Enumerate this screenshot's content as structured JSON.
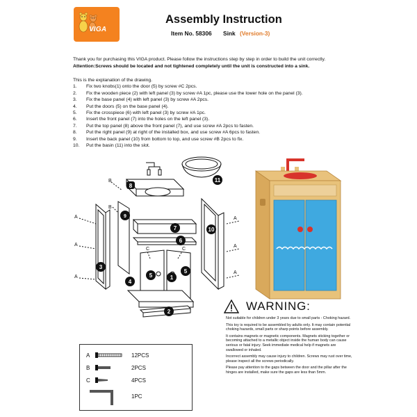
{
  "header": {
    "logo": "VIGA",
    "title": "Assembly Instruction",
    "item_label": "Item No. 58306",
    "product": "Sink",
    "version": "(Version-3)"
  },
  "intro": {
    "thanks": "Thank you for purchasing this VIGA product. Please follow the instructions step by step in order to build the unit correctly.",
    "attention": "Attention:Screws should be located and not tightened completely until the unit is constructed into a sink."
  },
  "steps": {
    "heading": "This is the explanation of the drawing.",
    "items": [
      {
        "num": "1.",
        "text": "Fix two knobs(1) onto the door (5) by screw #C 2pcs."
      },
      {
        "num": "2.",
        "text": "Fix the wooden piece (2) with left panel (3) by screw #A 1pc, please use the lower hole on the panel (3)."
      },
      {
        "num": "3.",
        "text": "Fix the base panel (4) with left panel (3) by screw #A 2pcs."
      },
      {
        "num": "4.",
        "text": "Put the doors (5) on the base panel (4)."
      },
      {
        "num": "5.",
        "text": "Fix the crosspiece (6) with left panel (3) by screw #A 1pc."
      },
      {
        "num": "6.",
        "text": "Insert the front panel (7) into the holes on the left panel (3)."
      },
      {
        "num": "7.",
        "text": "Put the top panel (8) above the front panel (7), and use screw #A 2pcs to fasten."
      },
      {
        "num": "8.",
        "text": "Put the right panel (9) at right of the installed box, and use screw #A 6pcs to fasten."
      },
      {
        "num": "9.",
        "text": "Insert the back panel (10) from bottom to top, and use screw #B 2pcs to fix."
      },
      {
        "num": "10.",
        "text": "Put the basin (11) into the slot."
      }
    ]
  },
  "diagram": {
    "callouts": [
      "1",
      "2",
      "3",
      "4",
      "5",
      "5",
      "6",
      "7",
      "8",
      "9",
      "10",
      "11"
    ],
    "screw_labels": {
      "a": "A",
      "b": "B",
      "c": "C"
    }
  },
  "warning": {
    "title": "WARNING:",
    "paragraphs": [
      "Not suitable for children under 3 years due to small parts - Choking hazard.",
      "This toy is required to be assembled by adults only. It may contain potential choking hazards, small parts or sharp points before assembly.",
      "It contains magnets or magnetic components.  Magnets sticking together or becoming attached to  a metallic object inside the human body can cause serious or fatal injury.  Seek immediate medical help if magnets are swallowed  or inhaled.",
      "Incorrect assembly may cause injury to children. Screws may rust over time, please inspect all the screws periodically.",
      "Please pay attention to the gaps between the door and the pillar after the hinges are installed,  make sure the gaps are less than 5mm."
    ]
  },
  "parts": [
    {
      "letter": "A",
      "qty": "12PCS",
      "icon": "long-screw-icon"
    },
    {
      "letter": "B",
      "qty": "2PCS",
      "icon": "medium-screw-icon"
    },
    {
      "letter": "C",
      "qty": "4PCS",
      "icon": "short-screw-icon"
    },
    {
      "letter": "",
      "qty": "1PC",
      "icon": "allen-key-icon"
    }
  ],
  "colors": {
    "brand_orange": "#f4821f",
    "version_orange": "#e07b2a",
    "wood": "#e8c27a",
    "door_blue": "#3fa9e0",
    "basin_red": "#d8342b",
    "callout": "#111111"
  }
}
